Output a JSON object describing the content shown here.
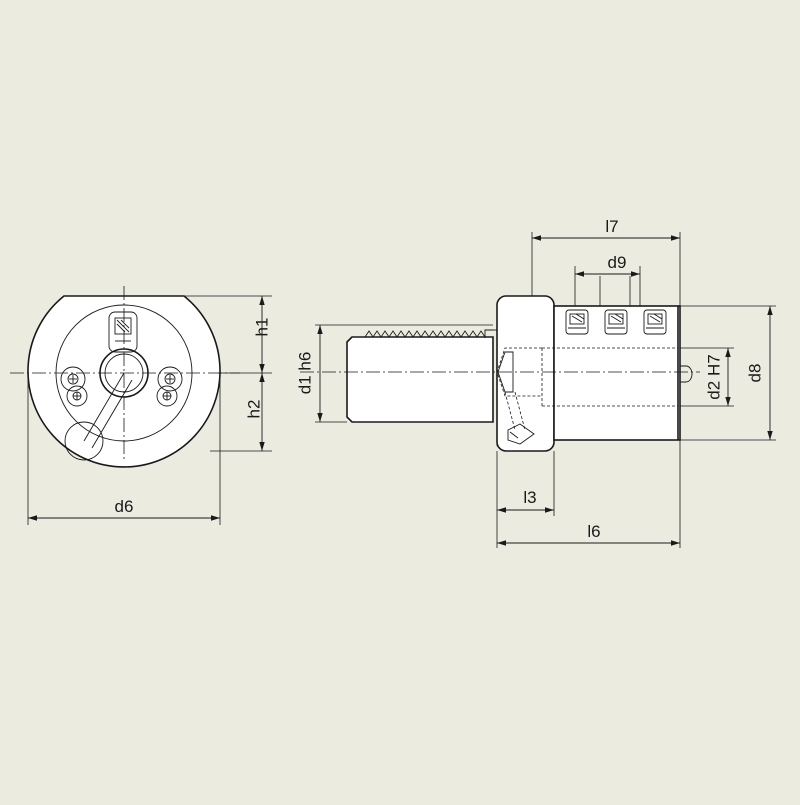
{
  "labels": {
    "l7": "l7",
    "d9": "d9",
    "h1": "h1",
    "h2": "h2",
    "d1h6": "d1 h6",
    "d2H7": "d2 H7",
    "d8": "d8",
    "d6": "d6",
    "l3": "l3",
    "l6": "l6"
  }
}
